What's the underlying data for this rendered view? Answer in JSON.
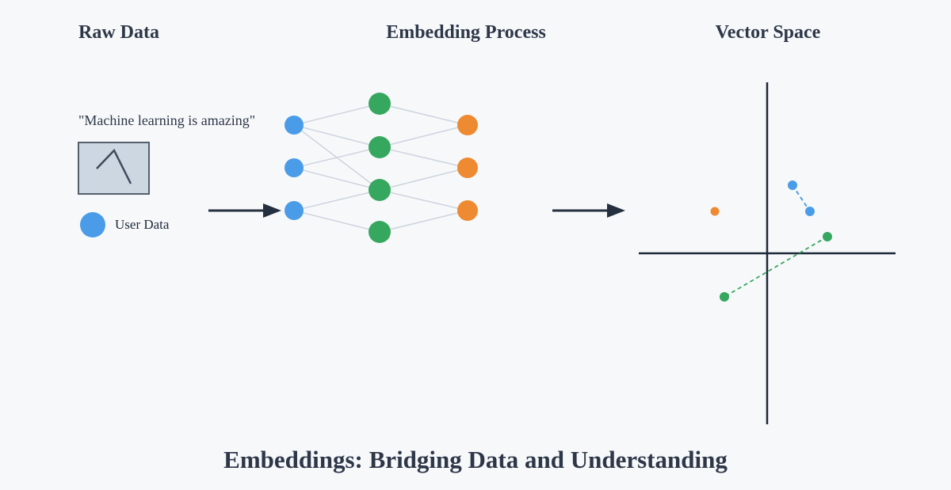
{
  "title": "Embeddings: Bridging Data and Understanding",
  "colors": {
    "background": "#f7f8fa",
    "heading": "#2d3748",
    "axis": "#1d2939",
    "arrow": "#24303f",
    "edge": "#ccd5de",
    "node_blue": "#4a9ce8",
    "node_green": "#36a75f",
    "node_orange": "#ee8a31",
    "image_box_fill": "#cdd7e1",
    "image_box_border": "#55606f",
    "image_glyph": "#3e4a5b"
  },
  "sections": {
    "raw_data": {
      "heading": "Raw Data",
      "quote": "\"Machine learning is amazing\"",
      "legend_label": "User Data"
    },
    "embedding_process": {
      "heading": "Embedding Process",
      "layers": {
        "input_nodes": 3,
        "hidden_nodes": 4,
        "output_nodes": 3
      }
    },
    "vector_space": {
      "heading": "Vector Space",
      "points": [
        {
          "color": "orange",
          "x": 902,
          "y": 267
        },
        {
          "color": "blue",
          "x": 1000,
          "y": 234
        },
        {
          "color": "blue",
          "x": 1022,
          "y": 267
        },
        {
          "color": "green",
          "x": 1044,
          "y": 299
        },
        {
          "color": "green",
          "x": 914,
          "y": 375
        }
      ],
      "pairs": [
        {
          "series": "blue",
          "from": [
            1000,
            234
          ],
          "to": [
            1022,
            267
          ]
        },
        {
          "series": "green",
          "from": [
            1044,
            299
          ],
          "to": [
            914,
            375
          ]
        }
      ]
    }
  }
}
